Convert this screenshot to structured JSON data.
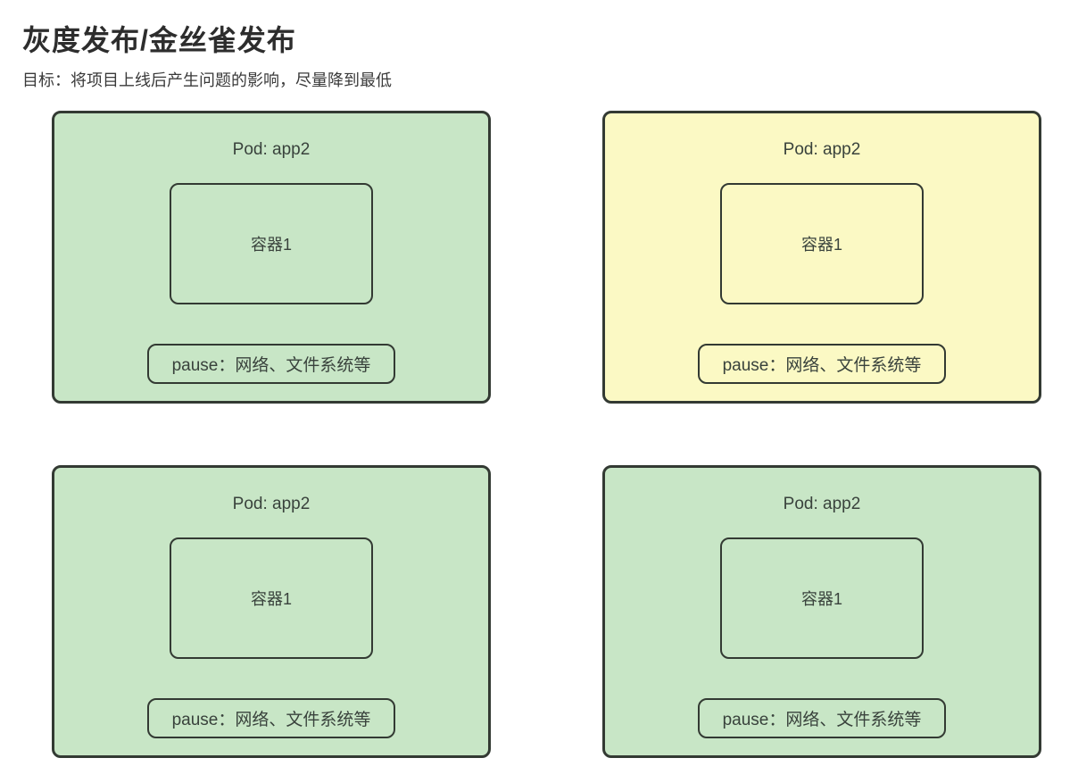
{
  "page": {
    "title": "灰度发布/金丝雀发布",
    "subtitle": "目标：将项目上线后产生问题的影响，尽量降到最低"
  },
  "colors": {
    "green": "#c8e6c6",
    "yellow": "#fbf9c4",
    "border": "#333a33"
  },
  "pods": [
    {
      "position": "top-left",
      "variant": "green",
      "title": "Pod: app2",
      "container_label": "容器1",
      "pause_label": "pause：网络、文件系统等"
    },
    {
      "position": "top-right",
      "variant": "yellow",
      "title": "Pod: app2",
      "container_label": "容器1",
      "pause_label": "pause：网络、文件系统等"
    },
    {
      "position": "bottom-left",
      "variant": "green",
      "title": "Pod: app2",
      "container_label": "容器1",
      "pause_label": "pause：网络、文件系统等"
    },
    {
      "position": "bottom-right",
      "variant": "green",
      "title": "Pod: app2",
      "container_label": "容器1",
      "pause_label": "pause：网络、文件系统等"
    }
  ]
}
